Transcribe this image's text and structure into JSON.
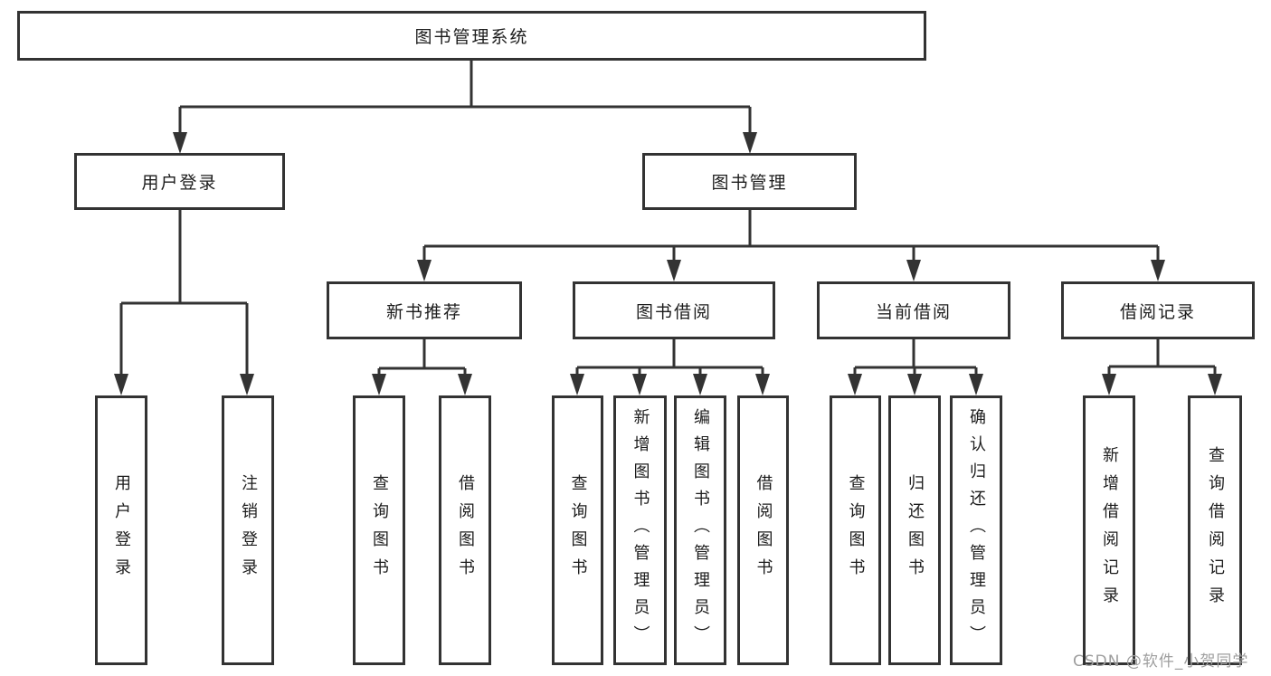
{
  "diagram": {
    "title": "图书管理系统",
    "root": {
      "label": "图书管理系统"
    },
    "level1": [
      {
        "id": "user-login",
        "label": "用户登录"
      },
      {
        "id": "book-management",
        "label": "图书管理"
      }
    ],
    "level2": [
      {
        "id": "new-book-recommend",
        "label": "新书推荐"
      },
      {
        "id": "book-borrow",
        "label": "图书借阅"
      },
      {
        "id": "current-borrow",
        "label": "当前借阅"
      },
      {
        "id": "borrow-records",
        "label": "借阅记录"
      }
    ],
    "leaves": {
      "user_login": [
        "用户登录",
        "注销登录"
      ],
      "new_books": [
        "查询图书",
        "借阅图书"
      ],
      "book_borrow": [
        "查询图书",
        "新增图书（管理员）",
        "编辑图书（管理员）",
        "借阅图书"
      ],
      "current_borrow": [
        "查询图书",
        "归还图书",
        "确认归还（管理员）"
      ],
      "borrow_records": [
        "新增借阅记录",
        "查询借阅记录"
      ]
    }
  },
  "watermark": {
    "text": "CSDN @软件_小贺同学"
  },
  "colors": {
    "line": "#333333",
    "border": "#333333",
    "text": "#1c1c1c",
    "watermark": "#9e9e9e",
    "background": "#ffffff"
  }
}
